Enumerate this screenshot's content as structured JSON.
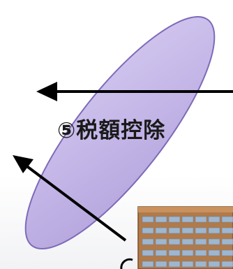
{
  "diagram": {
    "step_label": "⑤税額控除",
    "shapes": {
      "ellipse": {
        "name": "ellipse-highlight",
        "fill": "#c2b4e6",
        "stroke": "#7e6ab8"
      },
      "arrows": [
        {
          "name": "arrow-left-horizontal",
          "color": "#000000",
          "direction": "left"
        },
        {
          "name": "arrow-up-left-diagonal",
          "color": "#000000",
          "direction": "up-left"
        }
      ],
      "building": {
        "name": "building-icon",
        "wall_color": "#b07a4a",
        "window_color": "#9fb6cf"
      }
    }
  }
}
